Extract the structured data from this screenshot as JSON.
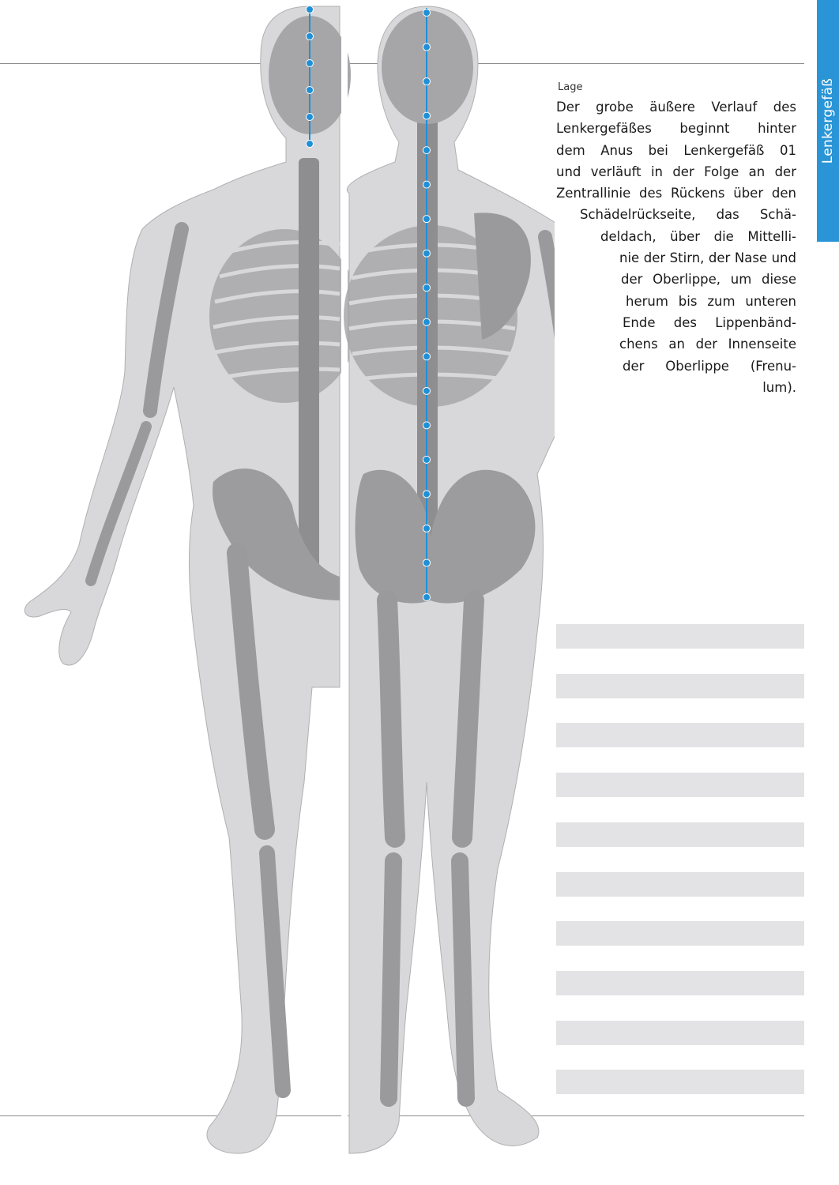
{
  "side_tab": {
    "label": "Lenkergefäß"
  },
  "section": {
    "label": "Lage",
    "lines": [
      {
        "text": "Der grobe äußere Verlauf des",
        "indent": 0
      },
      {
        "text": "Lenkergefäßes beginnt hinter",
        "indent": 0
      },
      {
        "text": "dem Anus bei Lenkergefäß 01",
        "indent": 0
      },
      {
        "text": "und verläuft in der Folge an der",
        "indent": 0
      },
      {
        "text": "Zentrallinie des Rückens über den",
        "indent": 0
      },
      {
        "text": "Schädelrückseite, das Schä-",
        "indent": 30
      },
      {
        "text": "deldach, über die Mittelli-",
        "indent": 56
      },
      {
        "text": "nie der Stirn, der Nase und",
        "indent": 80
      },
      {
        "text": "der Oberlippe, um diese",
        "indent": 82
      },
      {
        "text": "herum bis zum unteren",
        "indent": 88
      },
      {
        "text": "Ende des Lippenbänd-",
        "indent": 84
      },
      {
        "text": "chens an der Innenseite",
        "indent": 80
      },
      {
        "text": "der Oberlippe (Frenu-",
        "indent": 84
      },
      {
        "text": "lum).",
        "indent": 108
      }
    ]
  },
  "note_lines_count": 10,
  "colors": {
    "accent": "#2a95d6",
    "meridian": "#1e90d8",
    "body_outline": "#d7d7d9",
    "bone": "#9a9a9c",
    "note_line": "#e3e3e5"
  },
  "figure": {
    "front_view": "front-skeleton-figure",
    "back_view": "back-skeleton-figure",
    "meridian_points_back": 18,
    "meridian_points_front": 6
  }
}
